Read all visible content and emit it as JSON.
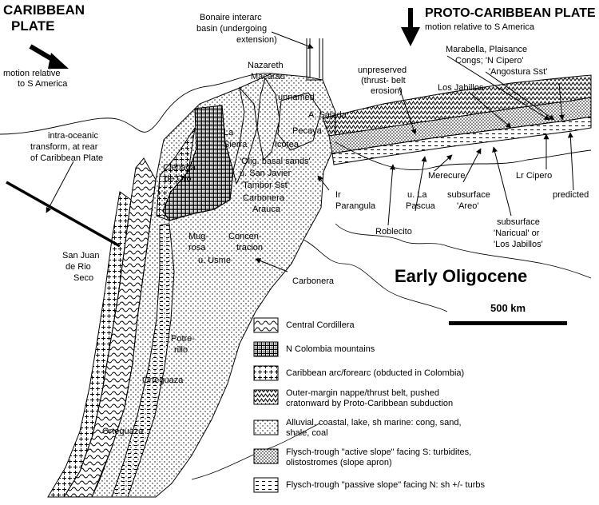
{
  "plates": {
    "caribbean": {
      "name_line1": "CARIBBEAN",
      "name_line2": "PLATE",
      "motion_line1": "motion  relative",
      "motion_line2": "to  S  America"
    },
    "proto_caribbean": {
      "name": "PROTO-CARIBBEAN   PLATE",
      "motion": "motion  relative  to  S  America"
    }
  },
  "labels": {
    "bonaire_1": "Bonaire  interarc",
    "bonaire_2": "basin  (undergoing",
    "bonaire_3": "extension)",
    "nazareth": "Nazareth",
    "macarao": "Macarao",
    "unnamed": "unnamed",
    "a_salada": "A. Salada",
    "pecaya": "Pecaya",
    "unpreserved_1": "unpreserved",
    "unpreserved_2": "(thrust-   belt",
    "unpreserved_3": "erosion)",
    "marabella_1": "Marabella,    Plaisance",
    "marabella_2": "Congs;  'N Cipero'",
    "marabella_3": "'Angostura     Sst'",
    "los_jabillos": "Los Jabillos",
    "transform_1": "intra-oceanic",
    "transform_2": "transform,  at rear",
    "transform_3": "of Caribbean  Plate",
    "la_sierra_1": "La",
    "la_sierra_2": "Sierra",
    "icotea": "Icotea",
    "olig_basal": "'Olig.  basal  sands'",
    "san_javier": "u.  San  Javier",
    "tambor": "'Tambor  Sst'",
    "carbonera_1": "Carbonera",
    "arauca": "Arauca",
    "cienaga_1": "Cienaga",
    "cienaga_2": "de  Oro",
    "ir_parangula_1": "Ir",
    "ir_parangula_2": "Parangula",
    "merecure": "Merecure",
    "u_la_pascua_1": "u.  La",
    "u_la_pascua_2": "Pascua",
    "subsurface_areo_1": "subsurface",
    "subsurface_areo_2": "'Areo'",
    "lr_cipero": "Lr Cipero",
    "predicted": "predicted",
    "roblecito": "Roblecito",
    "subsurface_naricual_1": "subsurface",
    "subsurface_naricual_2": "'Naricual'   or",
    "subsurface_naricual_3": "'Los  Jabillos'",
    "san_juan_1": "San  Juan",
    "san_juan_2": "de  Rio",
    "san_juan_3": "Seco",
    "mugrosa_1": "Mug-",
    "mugrosa_2": "rosa",
    "concentracion_1": "Concen-",
    "concentracion_2": "tracion",
    "u_usme": "u.  Usme",
    "carbonera_2": "Carbonera",
    "potrerillo_1": "Potre-",
    "potrerillo_2": "rillo",
    "orteguaza_1": "Orteguaza",
    "orteguaza_2": "Orteguaza"
  },
  "title": "Early  Oligocene",
  "scale_bar": "500  km",
  "legend": [
    {
      "line1": "Central  Cordillera",
      "line2": "",
      "pattern": "central-cordillera"
    },
    {
      "line1": "N  Colombia  mountains",
      "line2": "",
      "pattern": "n-colombia"
    },
    {
      "line1": "Caribbean  arc/forearc   (obducted  in  Colombia)",
      "line2": "",
      "pattern": "caribbean-arc"
    },
    {
      "line1": "Outer-margin  nappe/thrust  belt,  pushed",
      "line2": "cratonward  by  Proto-Caribbean  subduction",
      "pattern": "outer-margin"
    },
    {
      "line1": "Alluvial,  coastal,  lake,  sh  marine:  cong,  sand,",
      "line2": "shale,  coal",
      "pattern": "alluvial"
    },
    {
      "line1": "Flysch-trough   \"active  slope\"  facing  S:  turbidites,",
      "line2": "olistostromes        (slope  apron)",
      "pattern": "flysch-active"
    },
    {
      "line1": "Flysch-trough   \"passive  slope\"  facing  N:  sh +/-  turbs",
      "line2": "",
      "pattern": "flysch-passive"
    }
  ]
}
